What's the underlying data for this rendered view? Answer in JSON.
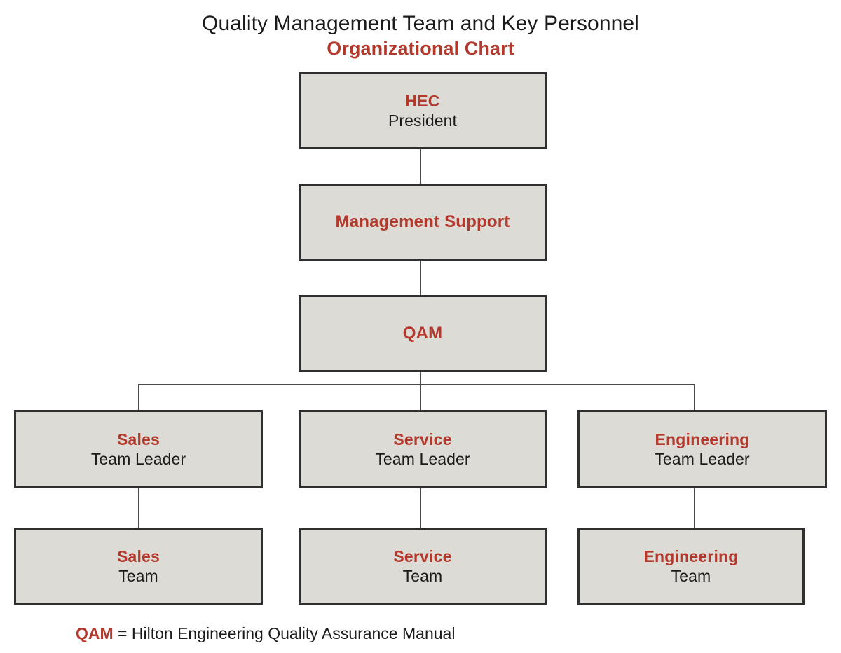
{
  "title": {
    "line1": "Quality Management Team and Key Personnel",
    "line2": "Organizational Chart"
  },
  "colors": {
    "accent_red": "#b3392d",
    "box_fill": "#dcdbd6",
    "box_border": "#2f2f2f",
    "text_dark": "#1b1b1b",
    "connector": "#4a4a4a",
    "background": "#ffffff"
  },
  "chart_data": {
    "type": "diagram",
    "diagram_type": "organizational-chart",
    "title": "Quality Management Team and Key Personnel Organizational Chart",
    "nodes": [
      {
        "id": "hec",
        "primary": "HEC",
        "secondary": "President",
        "level": 0
      },
      {
        "id": "management-support",
        "primary": "Management Support",
        "secondary": "",
        "level": 1
      },
      {
        "id": "qam",
        "primary": "QAM",
        "secondary": "",
        "level": 2
      },
      {
        "id": "sales-leader",
        "primary": "Sales",
        "secondary": "Team Leader",
        "level": 3
      },
      {
        "id": "service-leader",
        "primary": "Service",
        "secondary": "Team Leader",
        "level": 3
      },
      {
        "id": "engineering-leader",
        "primary": "Engineering",
        "secondary": "Team Leader",
        "level": 3
      },
      {
        "id": "sales-team",
        "primary": "Sales",
        "secondary": "Team",
        "level": 4
      },
      {
        "id": "service-team",
        "primary": "Service",
        "secondary": "Team",
        "level": 4
      },
      {
        "id": "engineering-team",
        "primary": "Engineering",
        "secondary": "Team",
        "level": 4
      }
    ],
    "edges": [
      {
        "from": "hec",
        "to": "management-support"
      },
      {
        "from": "management-support",
        "to": "qam"
      },
      {
        "from": "qam",
        "to": "sales-leader"
      },
      {
        "from": "qam",
        "to": "service-leader"
      },
      {
        "from": "qam",
        "to": "engineering-leader"
      },
      {
        "from": "sales-leader",
        "to": "sales-team"
      },
      {
        "from": "service-leader",
        "to": "service-team"
      },
      {
        "from": "engineering-leader",
        "to": "engineering-team"
      }
    ]
  },
  "nodes": {
    "hec": {
      "primary": "HEC",
      "secondary": "President"
    },
    "management_support": {
      "primary": "Management Support"
    },
    "qam": {
      "primary": "QAM"
    },
    "sales_leader": {
      "primary": "Sales",
      "secondary": "Team Leader"
    },
    "service_leader": {
      "primary": "Service",
      "secondary": "Team Leader"
    },
    "engineering_leader": {
      "primary": "Engineering",
      "secondary": "Team Leader"
    },
    "sales_team": {
      "primary": "Sales",
      "secondary": "Team"
    },
    "service_team": {
      "primary": "Service",
      "secondary": "Team"
    },
    "engineering_team": {
      "primary": "Engineering",
      "secondary": "Team"
    }
  },
  "footnote": {
    "abbr": "QAM",
    "definition": " = Hilton Engineering Quality Assurance Manual"
  }
}
